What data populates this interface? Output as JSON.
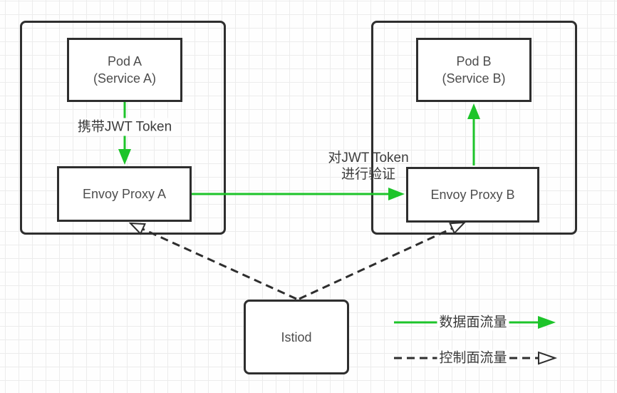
{
  "colors": {
    "data_plane_green": "#1dc42a",
    "control_plane_black": "#2e2e2e",
    "grid_line": "#ececec",
    "node_border": "#2e2e2e",
    "node_text": "#4d4d4d"
  },
  "nodes": {
    "pod_a_title": "Pod A",
    "pod_a_subtitle": "(Service A)",
    "envoy_a_label": "Envoy Proxy A",
    "pod_b_title": "Pod B",
    "pod_b_subtitle": "(Service B)",
    "envoy_b_label": "Envoy Proxy B",
    "istiod_label": "Istiod"
  },
  "edge_labels": {
    "carry_jwt": "携带JWT Token",
    "verify_jwt_line1": "对JWT Token",
    "verify_jwt_line2": "进行验证"
  },
  "legend": {
    "data_plane": "数据面流量",
    "control_plane": "控制面流量"
  }
}
